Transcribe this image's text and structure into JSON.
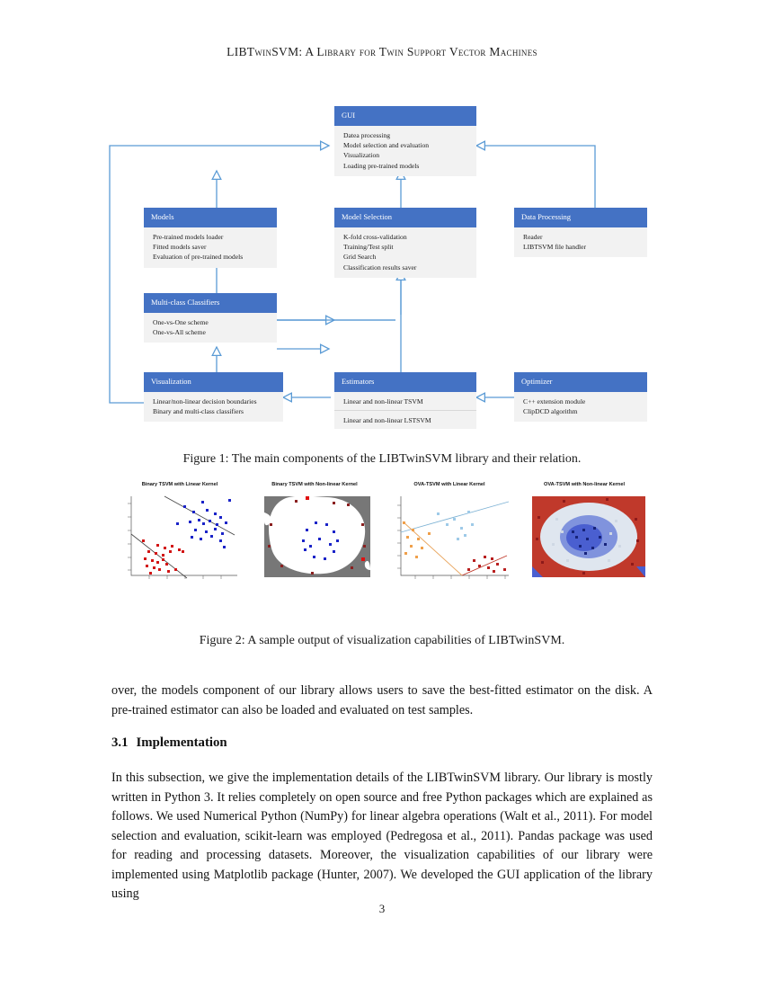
{
  "header": {
    "running_title": "LIBTwinSVM: A Library for Twin Support Vector Machines"
  },
  "figure1": {
    "caption": "Figure 1: The main components of the LIBTwinSVM library and their relation.",
    "accent_color": "#4472C4",
    "body_color": "#F2F2F2",
    "connector_color": "#5B9BD5",
    "nodes": [
      {
        "id": "gui",
        "title": "GUI",
        "items": [
          "Datea processing",
          "Model selection and evaluation",
          "Visualization",
          "Loading pre-trained models"
        ]
      },
      {
        "id": "models",
        "title": "Models",
        "items": [
          "Pre-trained models loader",
          "Fitted models saver",
          "Evaluation of pre-trained models"
        ]
      },
      {
        "id": "model-selection",
        "title": "Model Selection",
        "items": [
          "K-fold cross-validation",
          "Training/Test split",
          "Grid Search",
          "Classification results saver"
        ]
      },
      {
        "id": "data-processing",
        "title": "Data Processing",
        "items": [
          "Reader",
          "LIBTSVM file handler"
        ]
      },
      {
        "id": "multi-class-classifiers",
        "title": "Multi-class  Classifiers",
        "items": [
          "One-vs-One scheme",
          "One-vs-All scheme"
        ]
      },
      {
        "id": "visualization",
        "title": "Visualization",
        "items": [
          "Linear/non-linear decision boundaries",
          "Binary and multi-class classifiers"
        ]
      },
      {
        "id": "estimators",
        "title": "Estimators",
        "items": [
          "Linear and non-linear TSVM",
          "Linear and non-linear LSTSVM"
        ]
      },
      {
        "id": "optimizer",
        "title": "Optimizer",
        "items": [
          "C++ extension module",
          "ClipDCD algorithm"
        ]
      }
    ]
  },
  "figure2": {
    "caption": "Figure 2: A sample output of visualization capabilities of LIBTwinSVM.",
    "plots": [
      {
        "title": "Binary TSVM with Linear Kernel"
      },
      {
        "title": "Binary TSVM with Non-linear Kernel"
      },
      {
        "title": "OVA-TSVM with Linear Kernel"
      },
      {
        "title": "OVA-TSVM with Non-linear Kernel"
      }
    ]
  },
  "body": {
    "paragraph_1": "over, the models component of our library allows users to save the best-fitted estimator on the disk. A pre-trained estimator can also be loaded and evaluated on test samples.",
    "section_number": "3.1",
    "section_title": "Implementation",
    "paragraph_2": "In this subsection, we give the implementation details of the LIBTwinSVM library. Our library is mostly written in Python 3. It relies completely on open source and free Python packages which are explained as follows. We used Numerical Python (NumPy) for linear algebra operations (Walt et al., 2011). For model selection and evaluation, scikit-learn was employed (Pedregosa et al., 2011). Pandas package was used for reading and processing datasets. Moreover, the visualization capabilities of our library were implemented using Matplotlib package (Hunter, 2007). We developed the GUI application of the library using"
  },
  "footer": {
    "page_number": "3"
  }
}
